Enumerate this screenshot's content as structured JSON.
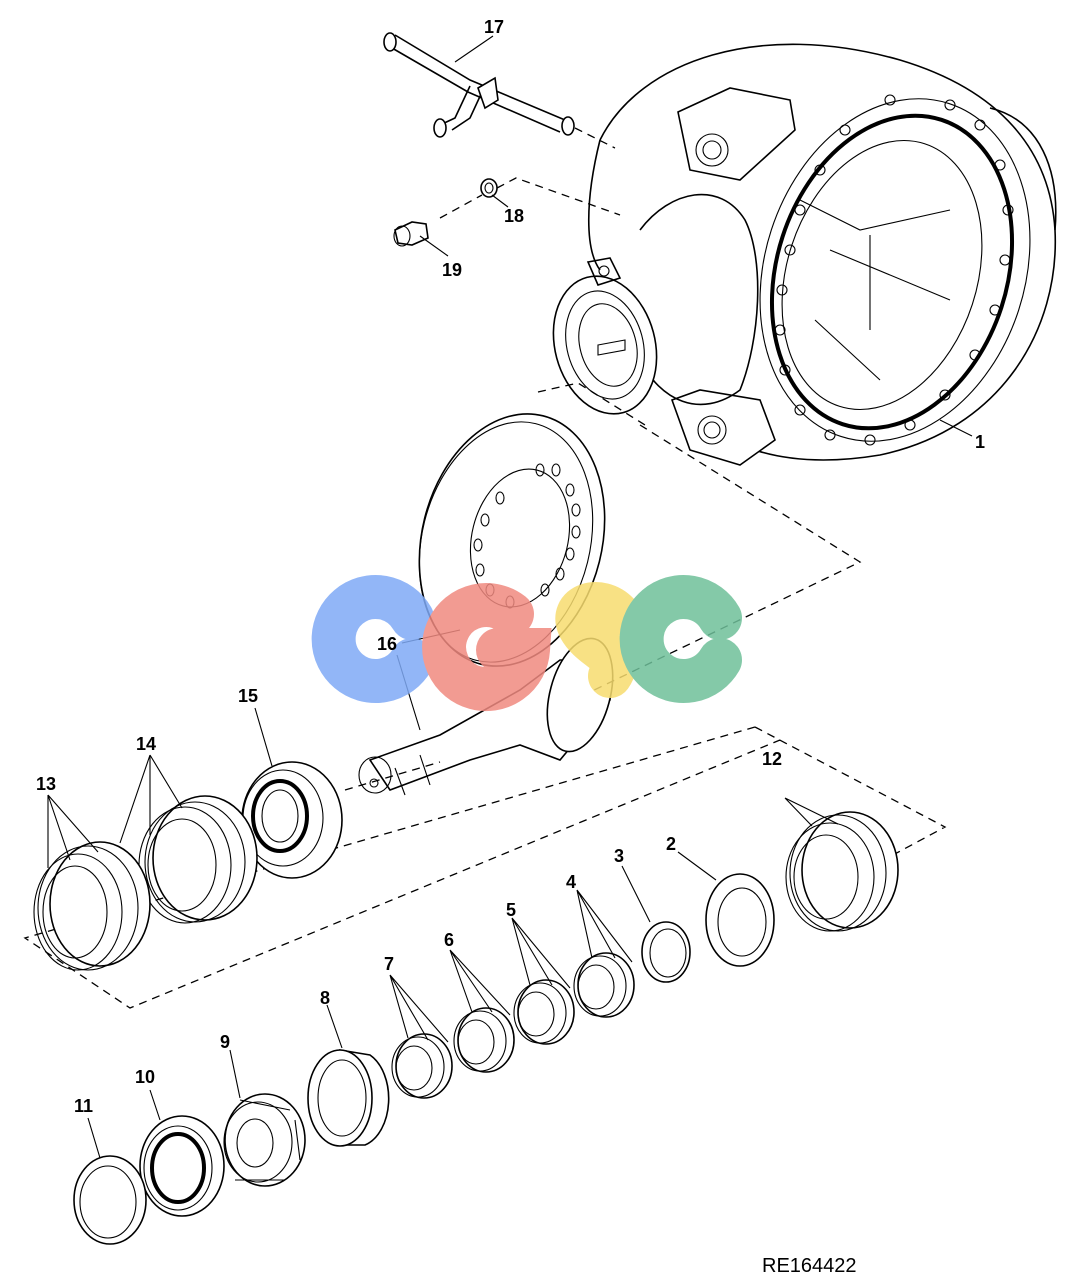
{
  "diagram": {
    "reference_code": "RE164422",
    "watermark": "CGSC",
    "colors": {
      "blue": "#7faaf6",
      "red": "#f08a80",
      "yellow": "#f7dc6f",
      "green": "#6fc09a"
    },
    "callouts": [
      "1",
      "2",
      "3",
      "4",
      "5",
      "6",
      "7",
      "8",
      "9",
      "10",
      "11",
      "12",
      "13",
      "14",
      "15",
      "16",
      "17",
      "18",
      "19"
    ]
  }
}
